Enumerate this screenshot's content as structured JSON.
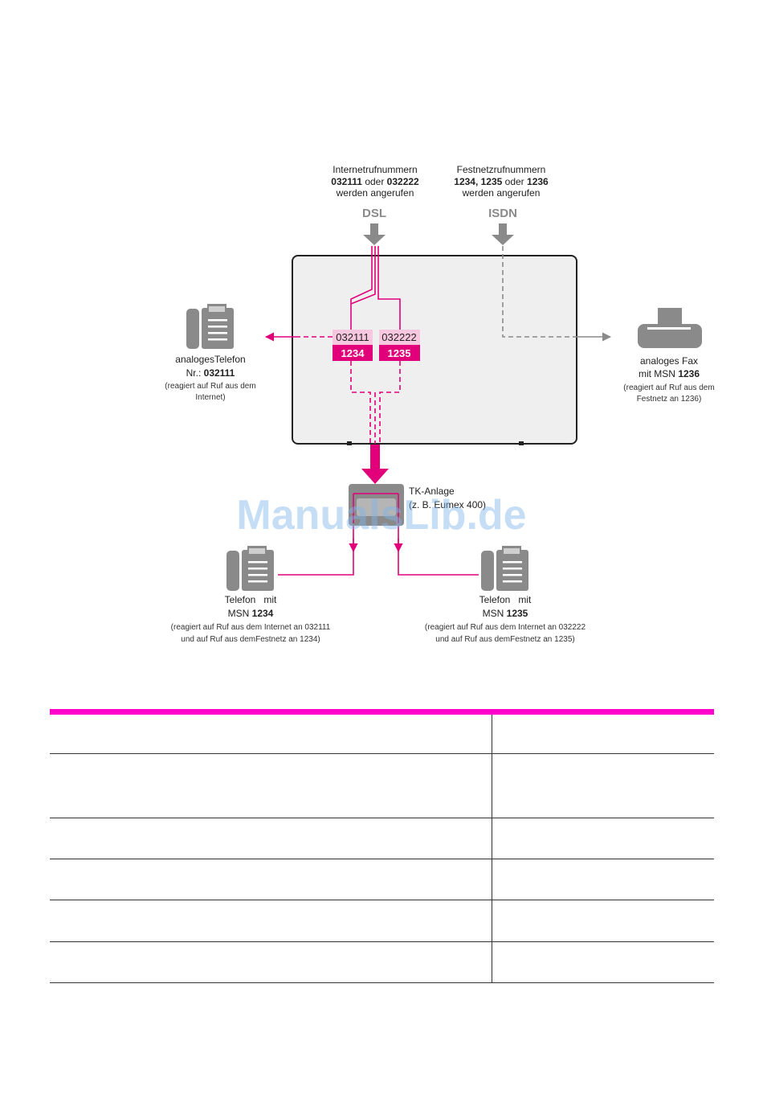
{
  "sources": {
    "dsl": {
      "line1": "Internetrufnummern",
      "num_a": "032111",
      "join": " oder ",
      "num_b": "032222",
      "line3": "werden angerufen",
      "label": "DSL"
    },
    "isdn": {
      "line1": "Festnetzrufnummern",
      "nums": "1234, 1235",
      "join": " oder ",
      "num_c": "1236",
      "line3": "werden angerufen",
      "label": "ISDN"
    }
  },
  "router_ports": [
    {
      "internet": "032111",
      "msn": "1234"
    },
    {
      "internet": "032222",
      "msn": "1235"
    }
  ],
  "analog_phone": {
    "title": "analogesTelefon",
    "nr_prefix": "Nr.: ",
    "nr": "032111",
    "note1": "(reagiert auf Ruf aus dem",
    "note2": "Internet)"
  },
  "analog_fax": {
    "title": "analoges Fax",
    "msn_prefix": "mit MSN ",
    "msn": "1236",
    "note1": "(reagiert auf Ruf aus dem",
    "note2": "Festnetz an 1236)"
  },
  "pbx": {
    "title": "TK-Anlage",
    "subtitle": "(z. B. Eumex 400)"
  },
  "phone_1234": {
    "title": "Telefon   mit",
    "msn_prefix": "MSN ",
    "msn": "1234",
    "note1": "(reagiert auf Ruf aus dem Internet an 032111",
    "note2": "und auf Ruf aus demFestnetz an 1234)"
  },
  "phone_1235": {
    "title": "Telefon   mit",
    "msn_prefix": "MSN ",
    "msn": "1235",
    "note1": "(reagiert auf Ruf aus dem Internet an 032222",
    "note2": "und auf Ruf aus demFestnetz an 1235)"
  },
  "watermark": "ManualsLib.de",
  "colors": {
    "magenta": "#e2007a",
    "table_rule": "#ff00cc",
    "grey": "#8a8a8a",
    "router_fill": "#efefef",
    "port_light": "#f7c6df"
  }
}
